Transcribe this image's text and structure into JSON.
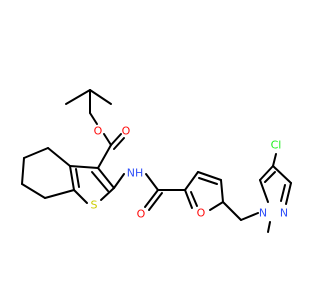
{
  "molecule": {
    "atoms": {
      "O_ester": {
        "label": "O",
        "color": "#ff0d0d"
      },
      "O_carbonyl": {
        "label": "O",
        "color": "#ff0d0d"
      },
      "S": {
        "label": "S",
        "color": "#cccc00"
      },
      "NH": {
        "label": "NH",
        "color": "#3050f8"
      },
      "O_amide": {
        "label": "O",
        "color": "#ff0d0d"
      },
      "O_furan": {
        "label": "O",
        "color": "#ff0d0d"
      },
      "N1": {
        "label": "N",
        "color": "#3050f8"
      },
      "N2": {
        "label": "N",
        "color": "#3050f8"
      },
      "Cl": {
        "label": "Cl",
        "color": "#1ff01f"
      }
    },
    "bond_color": "#000000"
  }
}
